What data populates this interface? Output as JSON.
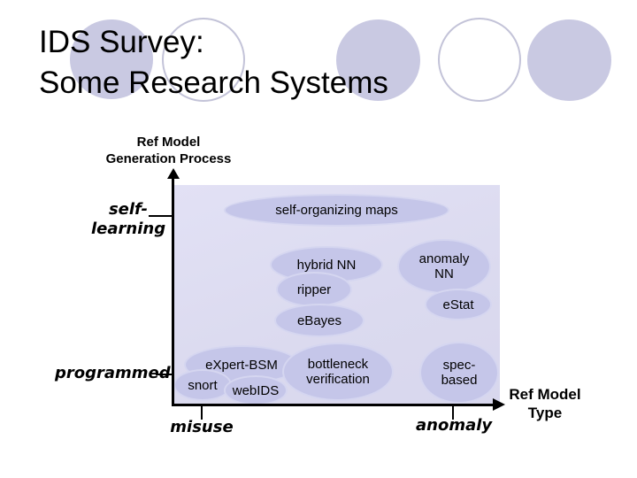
{
  "slide": {
    "title_line1": "IDS Survey:",
    "title_line2": "Some Research Systems"
  },
  "colors": {
    "background": "#ffffff",
    "title_text": "#000000",
    "decorative_ellipse_fill": "#c9c9e2",
    "decorative_ellipse_stroke": "#c3c3d8",
    "plot_background": "#dbdaef",
    "bubble_fill": "#c5c6e9",
    "bubble_halo": "#d5d6f0",
    "axis_color": "#000000"
  },
  "diagram": {
    "y_axis": {
      "title": "Ref Model\nGeneration Process",
      "tick_labels": [
        "self-\nlearning",
        "programmed"
      ]
    },
    "x_axis": {
      "title": "Ref Model\nType",
      "tick_labels": [
        "misuse",
        "anomaly"
      ]
    },
    "bubbles": [
      {
        "id": "self-organizing-maps",
        "label": "self-organizing maps",
        "generation": "self-learning",
        "type": "misuse-to-anomaly"
      },
      {
        "id": "hybrid-nn",
        "label": "hybrid NN",
        "generation": "self-learning",
        "type": "misuse"
      },
      {
        "id": "ripper",
        "label": "ripper",
        "generation": "self-learning",
        "type": "misuse"
      },
      {
        "id": "ebayes",
        "label": "eBayes",
        "generation": "self-learning",
        "type": "misuse"
      },
      {
        "id": "anomaly-nn",
        "label": "anomaly\nNN",
        "generation": "self-learning",
        "type": "anomaly"
      },
      {
        "id": "estat",
        "label": "eStat",
        "generation": "self-learning",
        "type": "anomaly"
      },
      {
        "id": "expert-bsm",
        "label": "eXpert-BSM",
        "generation": "programmed",
        "type": "misuse"
      },
      {
        "id": "snort",
        "label": "snort",
        "generation": "programmed",
        "type": "misuse"
      },
      {
        "id": "webids",
        "label": "webIDS",
        "generation": "programmed",
        "type": "misuse"
      },
      {
        "id": "bottleneck-verification",
        "label": "bottleneck\nverification",
        "generation": "programmed",
        "type": "misuse"
      },
      {
        "id": "spec-based",
        "label": "spec-\nbased",
        "generation": "programmed",
        "type": "anomaly"
      }
    ]
  }
}
